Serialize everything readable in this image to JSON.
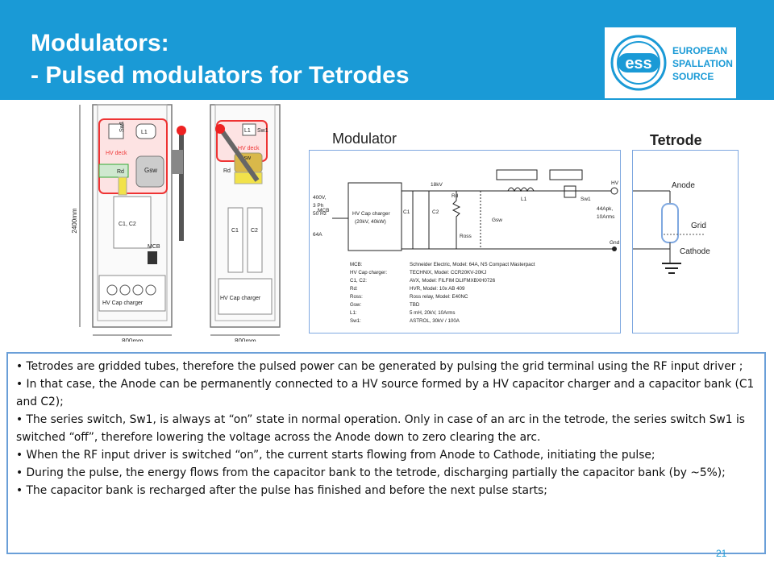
{
  "slide": {
    "title_line1": "Modulators:",
    "title_line2": "- Pulsed modulators for Tetrodes",
    "page_number": "21"
  },
  "logo": {
    "mark": "ess",
    "line1": "EUROPEAN",
    "line2": "SPALLATION",
    "line3": "SOURCE",
    "colors": {
      "ring": "#1a9ad6",
      "text": "#1a9ad6"
    }
  },
  "cabinets": {
    "height_label": "2400mm",
    "width_label_left": "800mm",
    "width_label_right": "800mm",
    "left": {
      "sw1": "Sw1",
      "l1": "L1",
      "hv_deck": "HV deck",
      "rd": "Rd",
      "gsw": "Gsw",
      "caps": "C1,\nC2",
      "mcb": "MCB",
      "charger": "HV Cap charger"
    },
    "right": {
      "l1": "L1",
      "sw1": "Sw1",
      "hv_deck": "HV deck",
      "gsw": "Gsw",
      "rd": "Rd",
      "c1": "C1",
      "c2": "C2",
      "charger": "HV Cap charger"
    }
  },
  "circuit": {
    "heading": "Modulator",
    "input": "400V,\n3 Ph\n50 Hz",
    "mcb": "MCB",
    "input_current": "64A",
    "charger_line1": "HV Cap charger",
    "charger_line2": "(20kV, 40kW)",
    "voltage": "18kV",
    "c1": "C1",
    "c2": "C2",
    "rd": "Rd",
    "ross": "Ross",
    "gsw": "Gsw",
    "l1": "L1",
    "sw1": "Sw1",
    "hv": "HV",
    "gnd": "Gnd",
    "output_line1": "44Apk,",
    "output_line2": "10Arms",
    "bom": [
      {
        "part": "MCB:",
        "desc": "Schneider Electric, Model: 64A, NS Compact Masterpact"
      },
      {
        "part": "HV Cap charger:",
        "desc": "TECHNIX, Model: CCR20KV-20KJ"
      },
      {
        "part": "C1, C2:",
        "desc": "AVX, Model: FILFIM DLIFMXBXH0726"
      },
      {
        "part": "Rd:",
        "desc": "HVR, Model: 10x AB 409"
      },
      {
        "part": "Ross:",
        "desc": "Ross relay, Model: E40NC"
      },
      {
        "part": "Gsw:",
        "desc": "TBD"
      },
      {
        "part": "L1:",
        "desc": "5 mH, 20kV, 10Arms"
      },
      {
        "part": "Sw1:",
        "desc": "ASTROL, 30kV / 100A"
      }
    ]
  },
  "tetrode": {
    "heading": "Tetrode",
    "anode": "Anode",
    "grid": "Grid",
    "cathode": "Cathode"
  },
  "bullets": [
    "Tetrodes are gridded tubes, therefore the pulsed power can be generated by pulsing the grid terminal using the RF input driver ;",
    "In that case, the Anode can be permanently connected to a HV source formed by a HV capacitor charger and a capacitor bank (C1 and C2);",
    "The series switch, Sw1, is always at “on” state in normal operation. Only in case of an arc in the tetrode, the series switch Sw1 is switched “off”, therefore lowering the voltage across the Anode down to zero clearing the arc.",
    "When the RF input driver is switched “on”, the current starts flowing from Anode to Cathode, initiating the pulse;",
    "During the pulse, the energy flows from the capacitor bank to the tetrode, discharging partially the capacitor bank (by ~5%);",
    "The capacitor bank is recharged after the pulse has finished and before the next pulse starts;"
  ]
}
